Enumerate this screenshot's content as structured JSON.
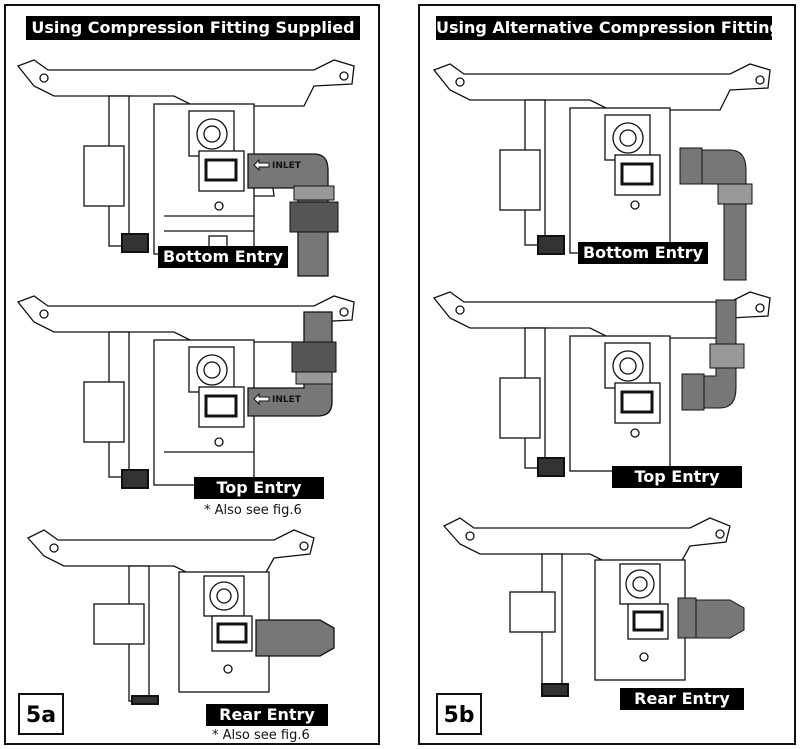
{
  "panels": {
    "a": {
      "title": "Using Compression Fitting Supplied",
      "figure_tag": "5a",
      "entries": [
        {
          "label": "Bottom Entry",
          "note": ""
        },
        {
          "label": "Top Entry",
          "note": "* Also see fig.6"
        },
        {
          "label": "Rear Entry",
          "note": "* Also see fig.6"
        }
      ],
      "inlet_marker": "INLET"
    },
    "b": {
      "title": "Using Alternative Compression Fitting",
      "figure_tag": "5b",
      "entries": [
        {
          "label": "Bottom Entry"
        },
        {
          "label": "Top Entry"
        },
        {
          "label": "Rear Entry"
        }
      ]
    }
  },
  "colors": {
    "pipe": "#777777",
    "line": "#111111",
    "label_bg": "#000000",
    "label_text": "#ffffff"
  }
}
